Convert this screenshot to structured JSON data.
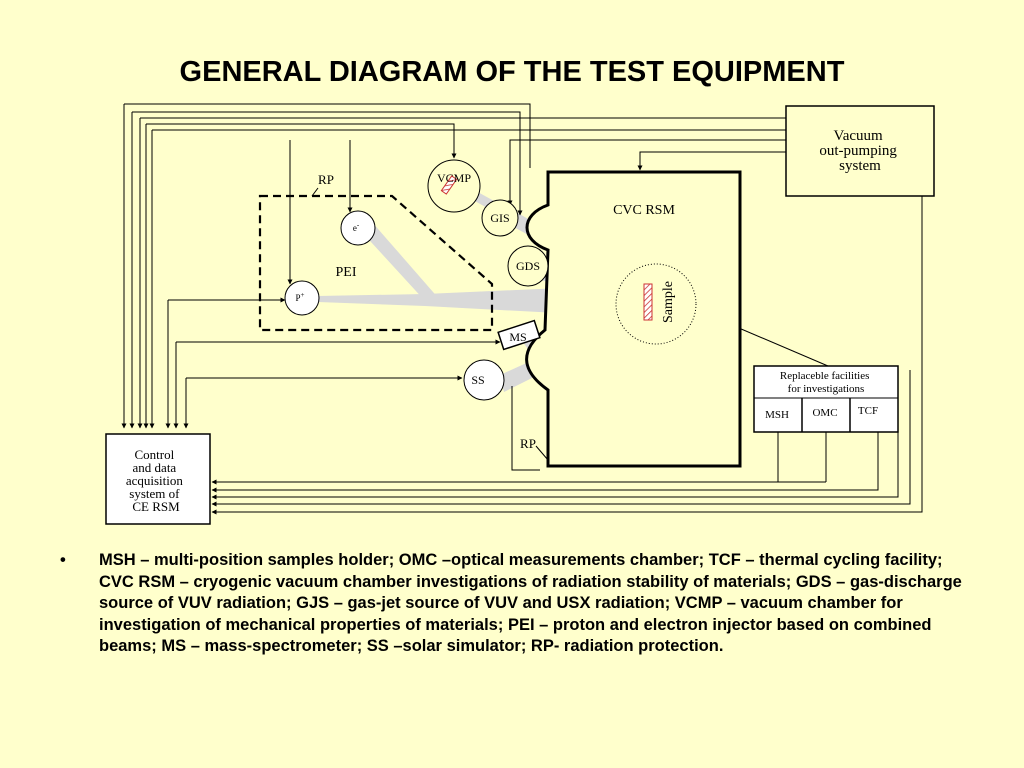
{
  "title": "GENERAL DIAGRAM OF THE TEST EQUIPMENT",
  "diagram": {
    "vacuum_system": [
      "Vacuum",
      "out-pumping",
      "system"
    ],
    "control_system": [
      "Control",
      "and data",
      "acquisition",
      "system of",
      "CE RSM"
    ],
    "cvc_rsm": "CVC RSM",
    "vcmp": "VCMP",
    "gis": "GIS",
    "gds": "GDS",
    "ms": "MS",
    "ss": "SS",
    "pei": "PEI",
    "rp_top": "RP",
    "rp_bottom": "RP",
    "electron": "e",
    "electron_sup": "-",
    "proton": "P",
    "proton_sup": "+",
    "sample": "Sample",
    "facilities": {
      "title_line1": "Replaceble facilities",
      "title_line2": "for investigations",
      "items": [
        "MSH",
        "OMC",
        "TCF"
      ]
    }
  },
  "caption": {
    "bullet": "•",
    "text": "MSH – multi-position samples holder; OMC –optical measurements chamber; TCF – thermal cycling facility; CVC RSM – cryogenic vacuum chamber investigations of radiation stability of materials; GDS – gas-discharge source of VUV radiation; GJS – gas-jet source of VUV and USX radiation; VCMP – vacuum chamber for investigation of mechanical properties of materials; PEI – proton and electron injector based on combined beams; MS – mass-spectrometer; SS –solar simulator; RP- radiation protection."
  },
  "colors": {
    "background": "#ffffcc",
    "beam": "#d9d9d9",
    "sample_hatch": "#cc3333",
    "line": "#000000"
  }
}
